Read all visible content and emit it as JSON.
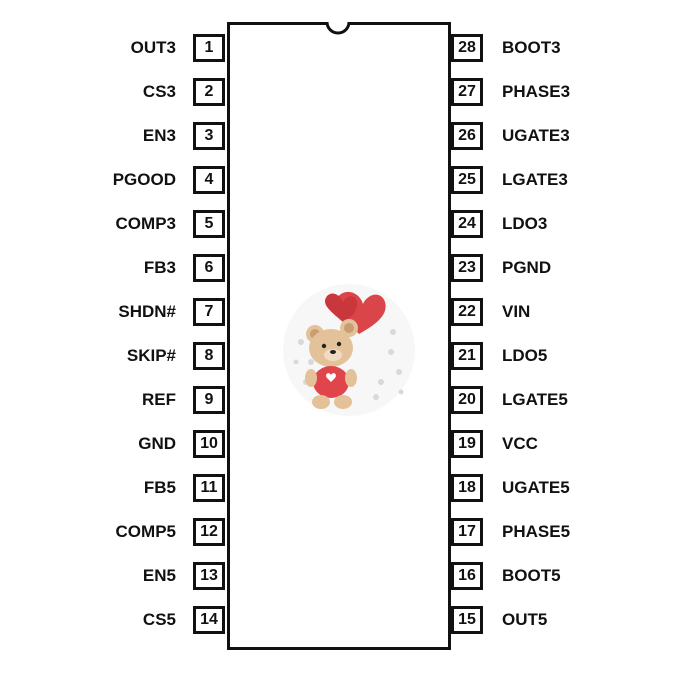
{
  "left_pins": [
    {
      "num": "1",
      "label": "OUT3"
    },
    {
      "num": "2",
      "label": "CS3"
    },
    {
      "num": "3",
      "label": "EN3"
    },
    {
      "num": "4",
      "label": "PGOOD"
    },
    {
      "num": "5",
      "label": "COMP3"
    },
    {
      "num": "6",
      "label": "FB3"
    },
    {
      "num": "7",
      "label": "SHDN#"
    },
    {
      "num": "8",
      "label": "SKIP#"
    },
    {
      "num": "9",
      "label": "REF"
    },
    {
      "num": "10",
      "label": "GND"
    },
    {
      "num": "11",
      "label": "FB5"
    },
    {
      "num": "12",
      "label": "COMP5"
    },
    {
      "num": "13",
      "label": "EN5"
    },
    {
      "num": "14",
      "label": "CS5"
    }
  ],
  "right_pins": [
    {
      "num": "28",
      "label": "BOOT3"
    },
    {
      "num": "27",
      "label": "PHASE3"
    },
    {
      "num": "26",
      "label": "UGATE3"
    },
    {
      "num": "25",
      "label": "LGATE3"
    },
    {
      "num": "24",
      "label": "LDO3"
    },
    {
      "num": "23",
      "label": "PGND"
    },
    {
      "num": "22",
      "label": "VIN"
    },
    {
      "num": "21",
      "label": "LDO5"
    },
    {
      "num": "20",
      "label": "LGATE5"
    },
    {
      "num": "19",
      "label": "VCC"
    },
    {
      "num": "18",
      "label": "UGATE5"
    },
    {
      "num": "17",
      "label": "PHASE5"
    },
    {
      "num": "16",
      "label": "BOOT5"
    },
    {
      "num": "15",
      "label": "OUT5"
    }
  ],
  "colors": {
    "outline": "#111111",
    "balloon": "#d94548",
    "bear_fur": "#e3c29a",
    "shirt": "#e0454b"
  },
  "icons": {
    "mascot": "teddy-bear-with-heart-balloon"
  }
}
